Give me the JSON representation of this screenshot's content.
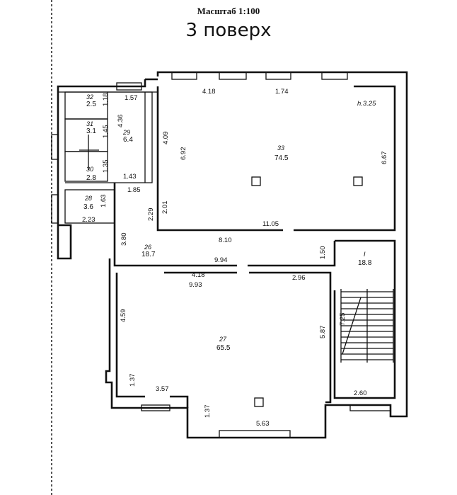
{
  "header": {
    "scale_label": "Масштаб 1:100",
    "floor_label": "3 поверх"
  },
  "height_note": "h.3.25",
  "rooms": [
    {
      "number": "32",
      "area": "2.5"
    },
    {
      "number": "31",
      "area": "3.1"
    },
    {
      "number": "30",
      "area": "2.8"
    },
    {
      "number": "29",
      "area": "6.4"
    },
    {
      "number": "28",
      "area": "3.6"
    },
    {
      "number": "33",
      "area": "74.5"
    },
    {
      "number": "26",
      "area": "18.7"
    },
    {
      "number": "27",
      "area": "65.5"
    },
    {
      "number": "I",
      "area": "18.8"
    }
  ],
  "dimensions": {
    "d_1_57": "1.57",
    "d_1_18": "1.18",
    "d_4_36": "4.36",
    "d_1_45": "1.45",
    "d_1_35": "1.35",
    "d_1_43": "1.43",
    "d_1_85": "1.85",
    "d_1_63": "1.63",
    "d_2_23": "2.23",
    "d_3_80": "3.80",
    "d_2_29": "2.29",
    "d_2_01": "2.01",
    "d_4_09": "4.09",
    "d_6_92": "6.92",
    "d_4_18_top": "4.18",
    "d_1_74": "1.74",
    "d_6_67": "6.67",
    "d_11_05": "11.05",
    "d_8_10": "8.10",
    "d_9_94": "9.94",
    "d_1_50": "1.50",
    "d_4_18_mid": "4.18",
    "d_9_93": "9.93",
    "d_2_96": "2.96",
    "d_4_59": "4.59",
    "d_5_87": "5.87",
    "d_7_25": "7.25",
    "d_1_37_left": "1.37",
    "d_3_57": "3.57",
    "d_1_37_bottom": "1.37",
    "d_5_63": "5.63",
    "d_2_60": "2.60"
  }
}
